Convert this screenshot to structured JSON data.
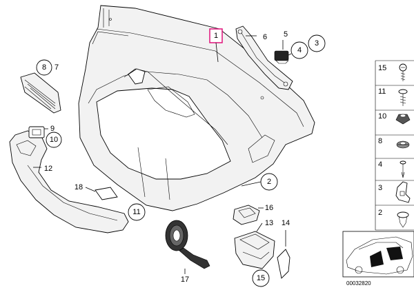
{
  "callouts": {
    "c1": "1",
    "c2": "2",
    "c3": "3",
    "c4": "4",
    "c5": "5",
    "c6": "6",
    "c7": "7",
    "c8": "8",
    "c9": "9",
    "c10": "10",
    "c11": "11",
    "c12": "12",
    "c13": "13",
    "c14": "14",
    "c15": "15",
    "c16": "16",
    "c17": "17",
    "c18": "18"
  },
  "legend": {
    "items": [
      "15",
      "11",
      "10",
      "8",
      "4",
      "3",
      "2"
    ]
  },
  "diagram_code": "00032820",
  "colors": {
    "highlight": "#e0117a",
    "line": "#000000"
  }
}
